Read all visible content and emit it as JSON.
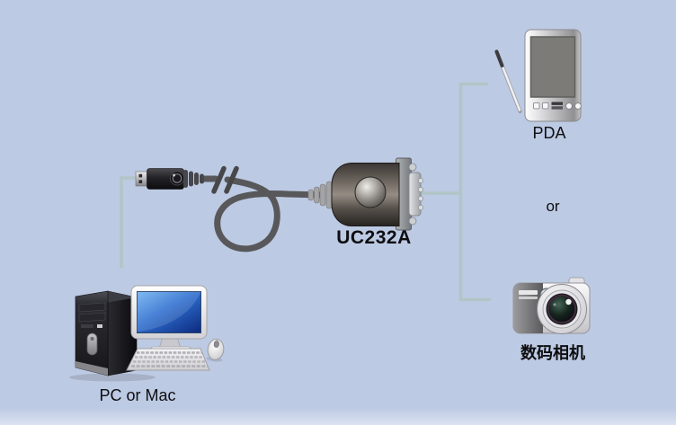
{
  "labels": {
    "computer": "PC or Mac",
    "adapter": "UC232A",
    "pda": "PDA",
    "or": "or",
    "camera": "数码相机"
  },
  "colors": {
    "background": "#bdcae3",
    "background_bottom_strip": "#dce3f1",
    "connection_line": "#b2c5c6",
    "cable": "#58585a",
    "text": "#0e0e10",
    "monitor_screen": "#2e6fd0",
    "device_silver": "#c9c9cb"
  },
  "icons": {
    "computer": "desktop-computer-icon",
    "tower": "pc-tower-icon",
    "monitor": "monitor-icon",
    "keyboard": "keyboard-icon",
    "mouse": "mouse-icon",
    "usb_plug": "usb-plug-icon",
    "cable_break": "cable-break-icon",
    "cable": "usb-cable-icon",
    "adapter": "usb-serial-adapter-icon",
    "serial_port": "serial-connector-icon",
    "pda": "pda-icon",
    "stylus": "stylus-icon",
    "camera": "digital-camera-icon"
  }
}
